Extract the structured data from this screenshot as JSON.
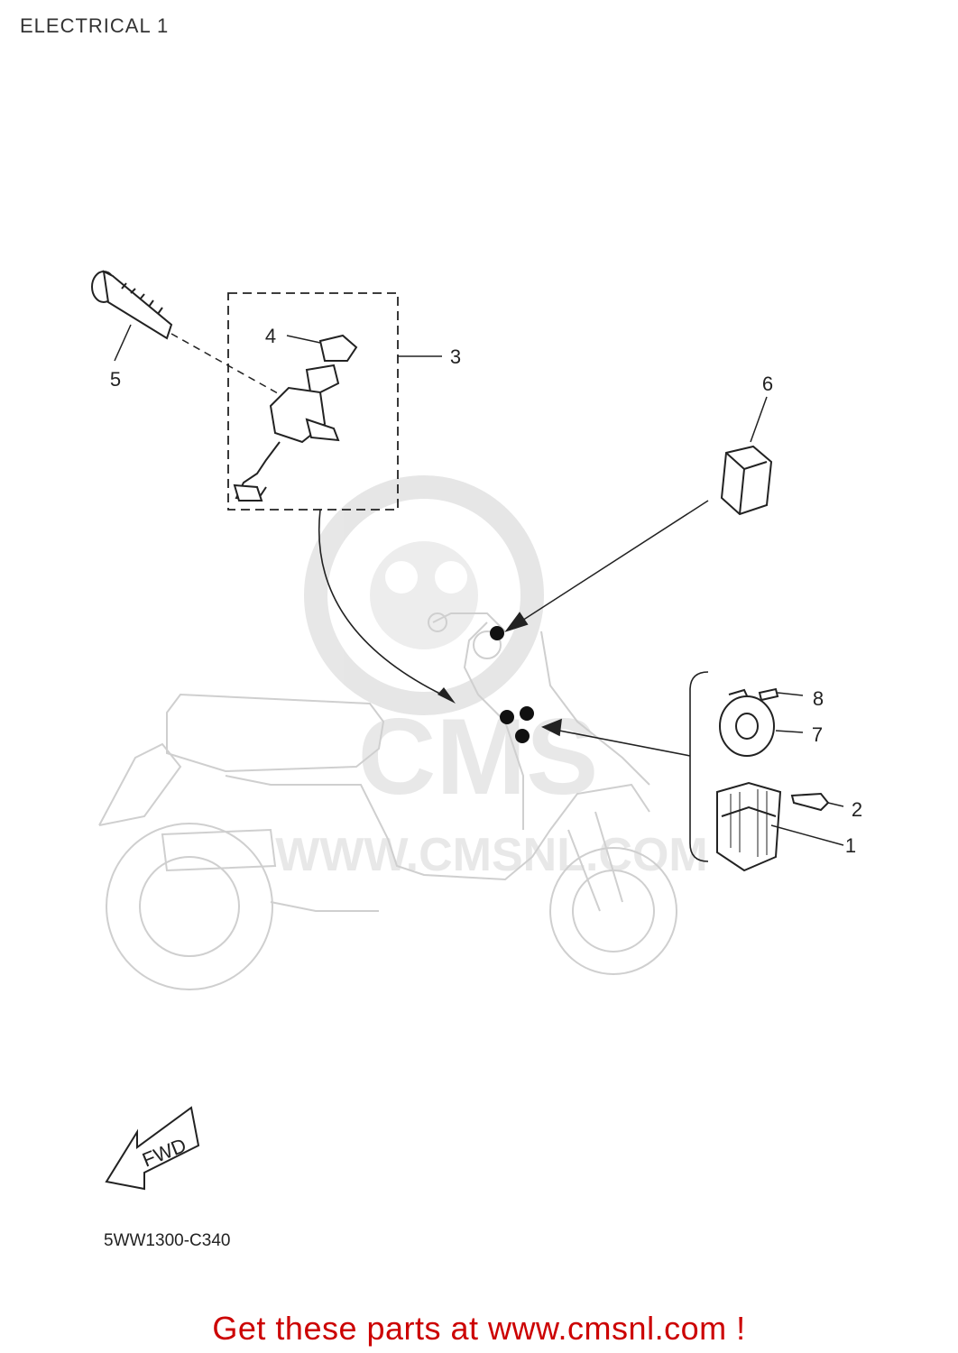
{
  "title": "ELECTRICAL 1",
  "diagram_code": "5WW1300-C340",
  "footer_text": "Get these parts at www.cmsnl.com !",
  "watermark": {
    "brand": "CMS",
    "url": "WWW.CMSNL.COM"
  },
  "fwd_label": "FWD",
  "parts": [
    {
      "number": "1"
    },
    {
      "number": "2"
    },
    {
      "number": "3"
    },
    {
      "number": "4"
    },
    {
      "number": "5"
    },
    {
      "number": "6"
    },
    {
      "number": "7"
    },
    {
      "number": "8"
    }
  ],
  "colors": {
    "line": "#222222",
    "faint": "#cfcfcf",
    "footer": "#cc0000",
    "watermark": "#e2e2e2"
  }
}
